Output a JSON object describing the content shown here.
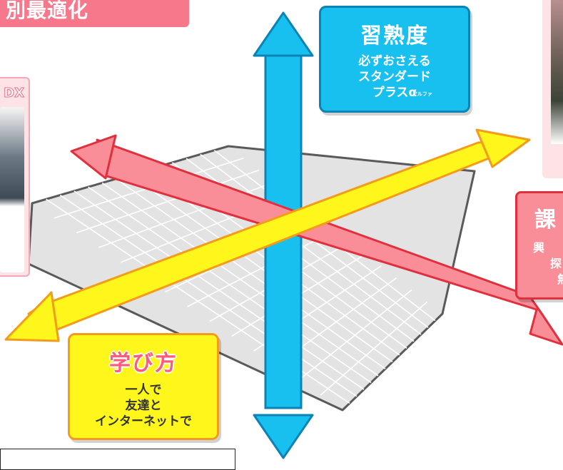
{
  "title_banner": {
    "text": "別最適化"
  },
  "left_card": {
    "logo": "DX"
  },
  "proficiency": {
    "heading": "習熟度",
    "items": [
      "必ずおさえる",
      "スタンダード",
      "プラスα"
    ],
    "ruby": "アルファ"
  },
  "task": {
    "heading": "課",
    "items": [
      "興",
      "探",
      "無"
    ]
  },
  "learning": {
    "heading": "学び方",
    "items": [
      "一人で",
      "友達と",
      "インターネットで"
    ]
  },
  "colors": {
    "grid_fill": "#e3e3e3",
    "grid_line": "#ffffff",
    "grid_border": "#5a5a5a",
    "blue_axis": "#18c0ef",
    "blue_border": "#0d83b5",
    "pink_axis": "#f98e99",
    "pink_border": "#e0303e",
    "yellow_axis": "#fff61c",
    "yellow_border": "#f39c1b",
    "title_banner": "#f7788a"
  }
}
